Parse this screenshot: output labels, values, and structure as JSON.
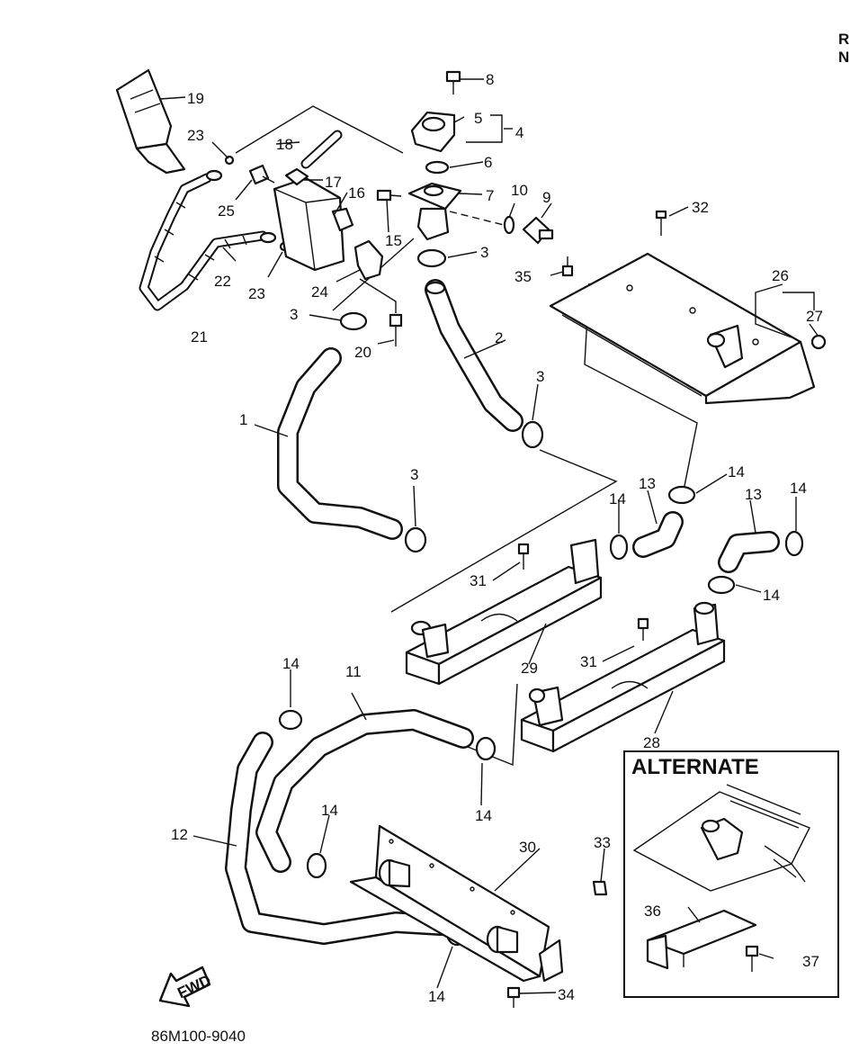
{
  "callouts": [
    {
      "id": "c1",
      "text": "1"
    },
    {
      "id": "c2",
      "text": "2"
    },
    {
      "id": "c3a",
      "text": "3"
    },
    {
      "id": "c3b",
      "text": "3"
    },
    {
      "id": "c3c",
      "text": "3"
    },
    {
      "id": "c3d",
      "text": "3"
    },
    {
      "id": "c4",
      "text": "4"
    },
    {
      "id": "c5",
      "text": "5"
    },
    {
      "id": "c6",
      "text": "6"
    },
    {
      "id": "c7",
      "text": "7"
    },
    {
      "id": "c8",
      "text": "8"
    },
    {
      "id": "c9",
      "text": "9"
    },
    {
      "id": "c10",
      "text": "10"
    },
    {
      "id": "c11",
      "text": "11"
    },
    {
      "id": "c12",
      "text": "12"
    },
    {
      "id": "c13a",
      "text": "13"
    },
    {
      "id": "c13b",
      "text": "13"
    },
    {
      "id": "c14a",
      "text": "14"
    },
    {
      "id": "c14b",
      "text": "14"
    },
    {
      "id": "c14c",
      "text": "14"
    },
    {
      "id": "c14d",
      "text": "14"
    },
    {
      "id": "c14e",
      "text": "14"
    },
    {
      "id": "c14f",
      "text": "14"
    },
    {
      "id": "c14g",
      "text": "14"
    },
    {
      "id": "c14h",
      "text": "14"
    },
    {
      "id": "c15",
      "text": "15"
    },
    {
      "id": "c16",
      "text": "16"
    },
    {
      "id": "c17",
      "text": "17"
    },
    {
      "id": "c18",
      "text": "18"
    },
    {
      "id": "c19",
      "text": "19"
    },
    {
      "id": "c20",
      "text": "20"
    },
    {
      "id": "c21",
      "text": "21"
    },
    {
      "id": "c22",
      "text": "22"
    },
    {
      "id": "c23a",
      "text": "23"
    },
    {
      "id": "c23b",
      "text": "23"
    },
    {
      "id": "c24",
      "text": "24"
    },
    {
      "id": "c25",
      "text": "25"
    },
    {
      "id": "c26",
      "text": "26"
    },
    {
      "id": "c27",
      "text": "27"
    },
    {
      "id": "c28",
      "text": "28"
    },
    {
      "id": "c29",
      "text": "29"
    },
    {
      "id": "c30",
      "text": "30"
    },
    {
      "id": "c31a",
      "text": "31"
    },
    {
      "id": "c31b",
      "text": "31"
    },
    {
      "id": "c32",
      "text": "32"
    },
    {
      "id": "c33",
      "text": "33"
    },
    {
      "id": "c34",
      "text": "34"
    },
    {
      "id": "c35",
      "text": "35"
    },
    {
      "id": "c36",
      "text": "36"
    },
    {
      "id": "c37",
      "text": "37"
    }
  ],
  "alternate_title": "ALTERNATE",
  "fwd_label": "FWD",
  "figure_code": "86M100-9040",
  "edge_fragments": [
    "R",
    "N"
  ]
}
